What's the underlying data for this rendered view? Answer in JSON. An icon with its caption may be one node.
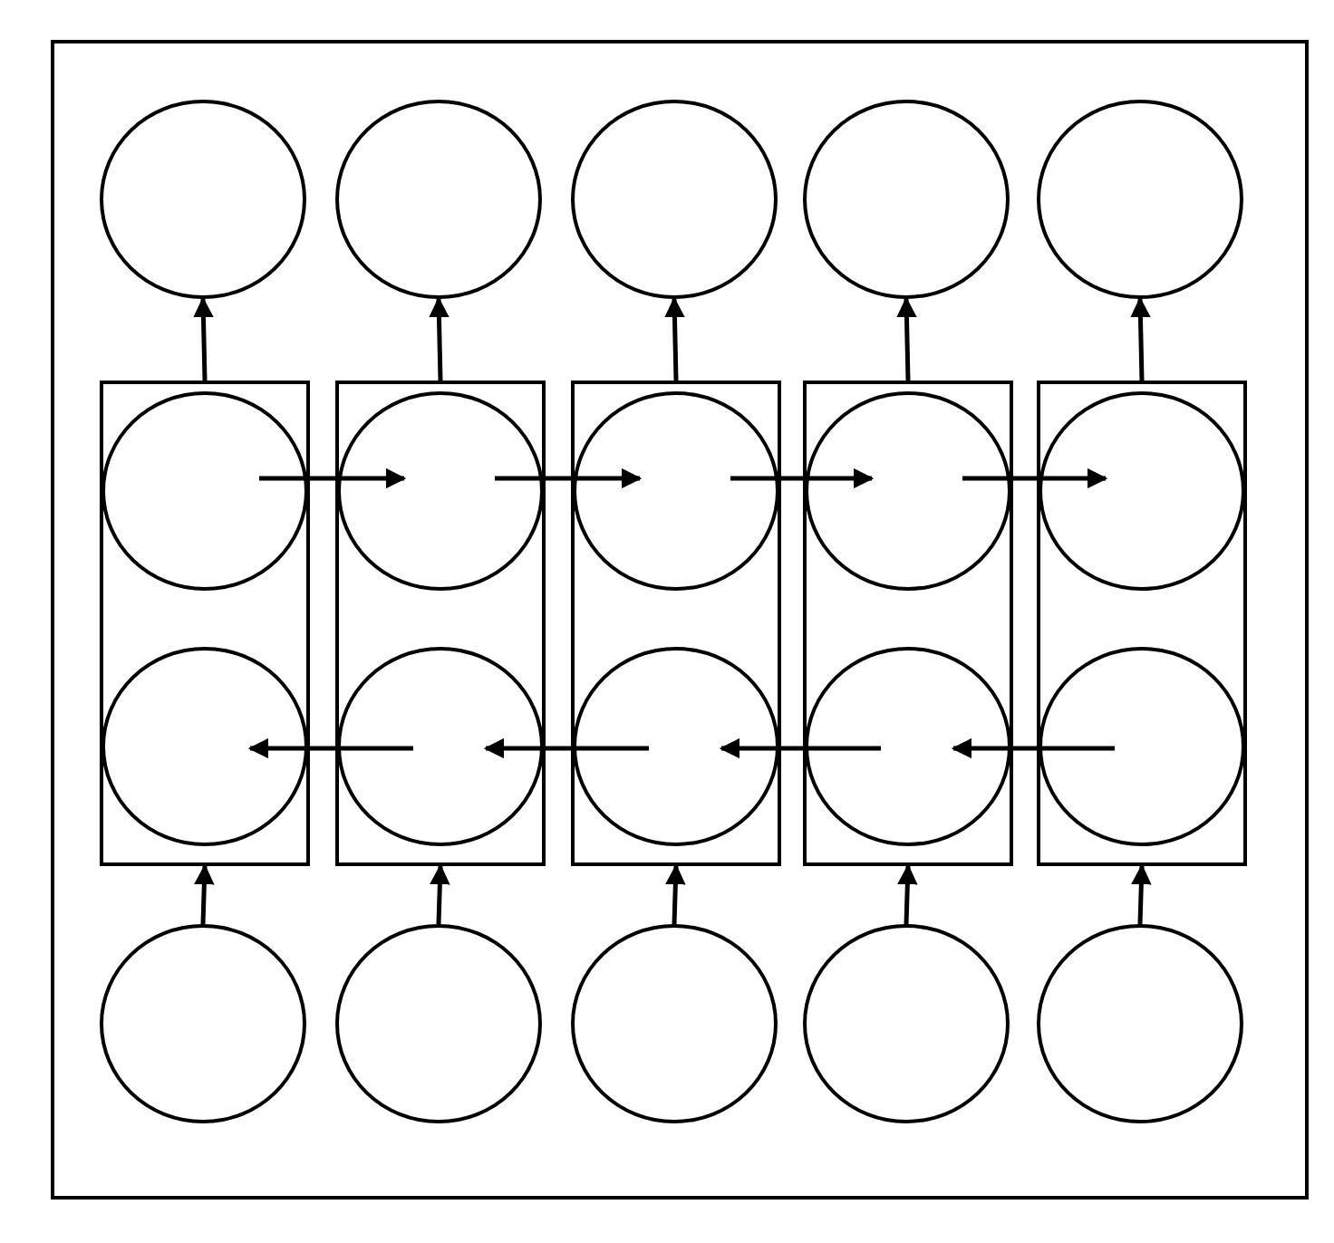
{
  "diagram": {
    "nodes": [
      {
        "text": [],
        "shape": "circle"
      },
      {
        "text": [],
        "shape": "circle"
      },
      {
        "text": [],
        "shape": "circle"
      },
      {
        "text": [],
        "shape": "circle"
      },
      {
        "text": [],
        "shape": "circle"
      },
      {
        "text": [],
        "shape": "box"
      },
      {
        "text": [],
        "shape": "box"
      },
      {
        "text": [],
        "shape": "box"
      },
      {
        "text": [],
        "shape": "box"
      },
      {
        "text": [],
        "shape": "box"
      },
      {
        "text": [],
        "shape": "circle",
        "in": 5
      },
      {
        "text": [],
        "shape": "circle",
        "in": 6
      },
      {
        "text": [],
        "shape": "circle",
        "in": 7
      },
      {
        "text": [],
        "shape": "circle",
        "in": 8
      },
      {
        "text": [],
        "shape": "circle",
        "in": 9
      },
      {
        "text": [],
        "shape": "circle",
        "in": 5
      },
      {
        "text": [],
        "shape": "circle",
        "in": 6
      },
      {
        "text": [],
        "shape": "circle",
        "in": 7
      },
      {
        "text": [],
        "shape": "circle",
        "in": 8
      },
      {
        "text": [],
        "shape": "circle",
        "in": 9
      },
      {
        "text": [],
        "shape": "circle"
      },
      {
        "text": [],
        "shape": "circle"
      },
      {
        "text": [],
        "shape": "circle"
      },
      {
        "text": [],
        "shape": "circle"
      },
      {
        "text": [],
        "shape": "circle"
      }
    ],
    "edges": [
      {
        "from": 5,
        "to": 0,
        "arrow": "to"
      },
      {
        "from": 6,
        "to": 1,
        "arrow": "to"
      },
      {
        "from": 7,
        "to": 2,
        "arrow": "to"
      },
      {
        "from": 8,
        "to": 3,
        "arrow": "to"
      },
      {
        "from": 9,
        "to": 4,
        "arrow": "to"
      },
      {
        "from": 10,
        "to": 11,
        "arrow": "to"
      },
      {
        "from": 11,
        "to": 12,
        "arrow": "to"
      },
      {
        "from": 12,
        "to": 13,
        "arrow": "to"
      },
      {
        "from": 13,
        "to": 14,
        "arrow": "to"
      },
      {
        "from": 16,
        "to": 15,
        "arrow": "to"
      },
      {
        "from": 17,
        "to": 16,
        "arrow": "to"
      },
      {
        "from": 18,
        "to": 17,
        "arrow": "to"
      },
      {
        "from": 19,
        "to": 18,
        "arrow": "to"
      },
      {
        "from": 20,
        "to": 5,
        "arrow": "to"
      },
      {
        "from": 21,
        "to": 6,
        "arrow": "to"
      },
      {
        "from": 22,
        "to": 7,
        "arrow": "to"
      },
      {
        "from": 23,
        "to": 8,
        "arrow": "to"
      },
      {
        "from": 24,
        "to": 9,
        "arrow": "to"
      }
    ]
  }
}
